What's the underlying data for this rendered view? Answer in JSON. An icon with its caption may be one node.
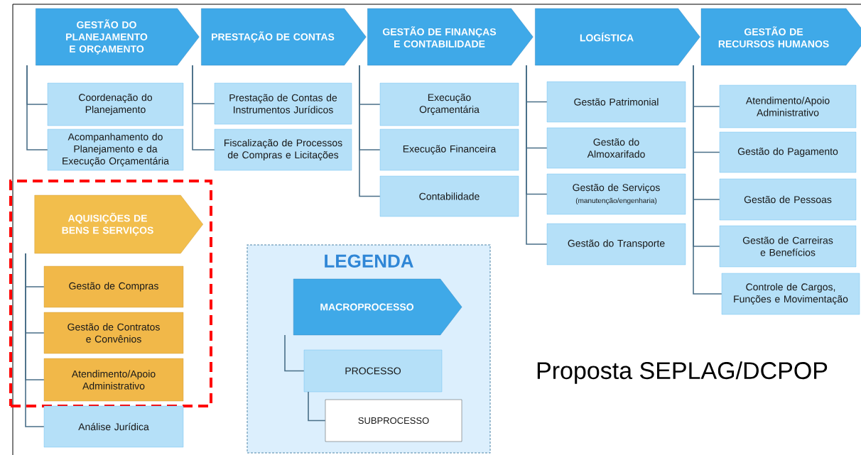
{
  "diagram": {
    "nodes": [
      {
        "text": [
          "GESTÃO DO PLANEJAMENTO E ORÇAMENTO"
        ]
      },
      {
        "text": [
          "Coordenação do Planejamento"
        ]
      },
      {
        "text": [
          "Acompanhamento do Planejamento e da Execução Orçamentária"
        ]
      },
      {
        "text": [
          "PRESTAÇÃO DE CONTAS"
        ]
      },
      {
        "text": [
          "Prestação de Contas de Instrumentos Jurídicos"
        ]
      },
      {
        "text": [
          "Fiscalização de Processos de Compras e Licitações"
        ]
      },
      {
        "text": [
          "GESTÃO DE FINANÇAS E CONTABILIDADE"
        ]
      },
      {
        "text": [
          "Execução Orçamentária"
        ]
      },
      {
        "text": [
          "Execução Financeira"
        ]
      },
      {
        "text": [
          "Contabilidade"
        ]
      },
      {
        "text": [
          "LOGÍSTICA"
        ]
      },
      {
        "text": [
          "Gestão Patrimonial"
        ]
      },
      {
        "text": [
          "Gestão do Almoxarifado"
        ]
      },
      {
        "text": [
          "Gestão de Serviços",
          "(manutenção/engenharia)"
        ]
      },
      {
        "text": [
          "Gestão do Transporte"
        ]
      },
      {
        "text": [
          "GESTÃO DE RECURSOS HUMANOS"
        ]
      },
      {
        "text": [
          "Atendimento/Apoio Administrativo"
        ]
      },
      {
        "text": [
          "Gestão do Pagamento"
        ]
      },
      {
        "text": [
          "Gestão de Pessoas"
        ]
      },
      {
        "text": [
          "Gestão de Carreiras e Benefícios"
        ]
      },
      {
        "text": [
          "Controle de Cargos, Funções e Movimentação"
        ]
      },
      {
        "text": [],
        "shape": "box"
      },
      {
        "text": [
          "AQUISIÇÕES DE BENS E SERVIÇOS"
        ],
        "in": 21
      },
      {
        "text": [
          "Gestão de Compras"
        ],
        "in": 21
      },
      {
        "text": [
          "Gestão de Contratos e Convênios"
        ],
        "in": 21
      },
      {
        "text": [
          "Atendimento/Apoio Administrativo"
        ],
        "in": 21
      },
      {
        "text": [
          "Análise Jurídica"
        ]
      },
      {
        "text": [
          "LEGENDA"
        ]
      },
      {
        "text": [
          "MACROPROCESSO"
        ],
        "in": 27
      },
      {
        "text": [
          "PROCESSO"
        ],
        "in": 27
      },
      {
        "text": [
          "SUBPROCESSO"
        ],
        "in": 27
      }
    ],
    "edges": [
      {
        "from": 0,
        "to": 1,
        "arrow": "none"
      },
      {
        "from": 0,
        "to": 2,
        "arrow": "none"
      },
      {
        "from": 3,
        "to": 4,
        "arrow": "none"
      },
      {
        "from": 3,
        "to": 5,
        "arrow": "none"
      },
      {
        "from": 6,
        "to": 7,
        "arrow": "none"
      },
      {
        "from": 6,
        "to": 8,
        "arrow": "none"
      },
      {
        "from": 6,
        "to": 9,
        "arrow": "none"
      },
      {
        "from": 10,
        "to": 11,
        "arrow": "none"
      },
      {
        "from": 10,
        "to": 12,
        "arrow": "none"
      },
      {
        "from": 10,
        "to": 13,
        "arrow": "none"
      },
      {
        "from": 10,
        "to": 14,
        "arrow": "none"
      },
      {
        "from": 15,
        "to": 16,
        "arrow": "none"
      },
      {
        "from": 15,
        "to": 17,
        "arrow": "none"
      },
      {
        "from": 15,
        "to": 18,
        "arrow": "none"
      },
      {
        "from": 15,
        "to": 19,
        "arrow": "none"
      },
      {
        "from": 15,
        "to": 20,
        "arrow": "none"
      },
      {
        "from": 22,
        "to": 23,
        "arrow": "none"
      },
      {
        "from": 22,
        "to": 24,
        "arrow": "none"
      },
      {
        "from": 22,
        "to": 25,
        "arrow": "none"
      },
      {
        "from": 22,
        "to": 26,
        "arrow": "none"
      },
      {
        "from": 28,
        "to": 29,
        "arrow": "none"
      },
      {
        "from": 29,
        "to": 30,
        "arrow": "none"
      }
    ],
    "labels": [
      "Proposta SEPLAG/DCPOP"
    ]
  }
}
